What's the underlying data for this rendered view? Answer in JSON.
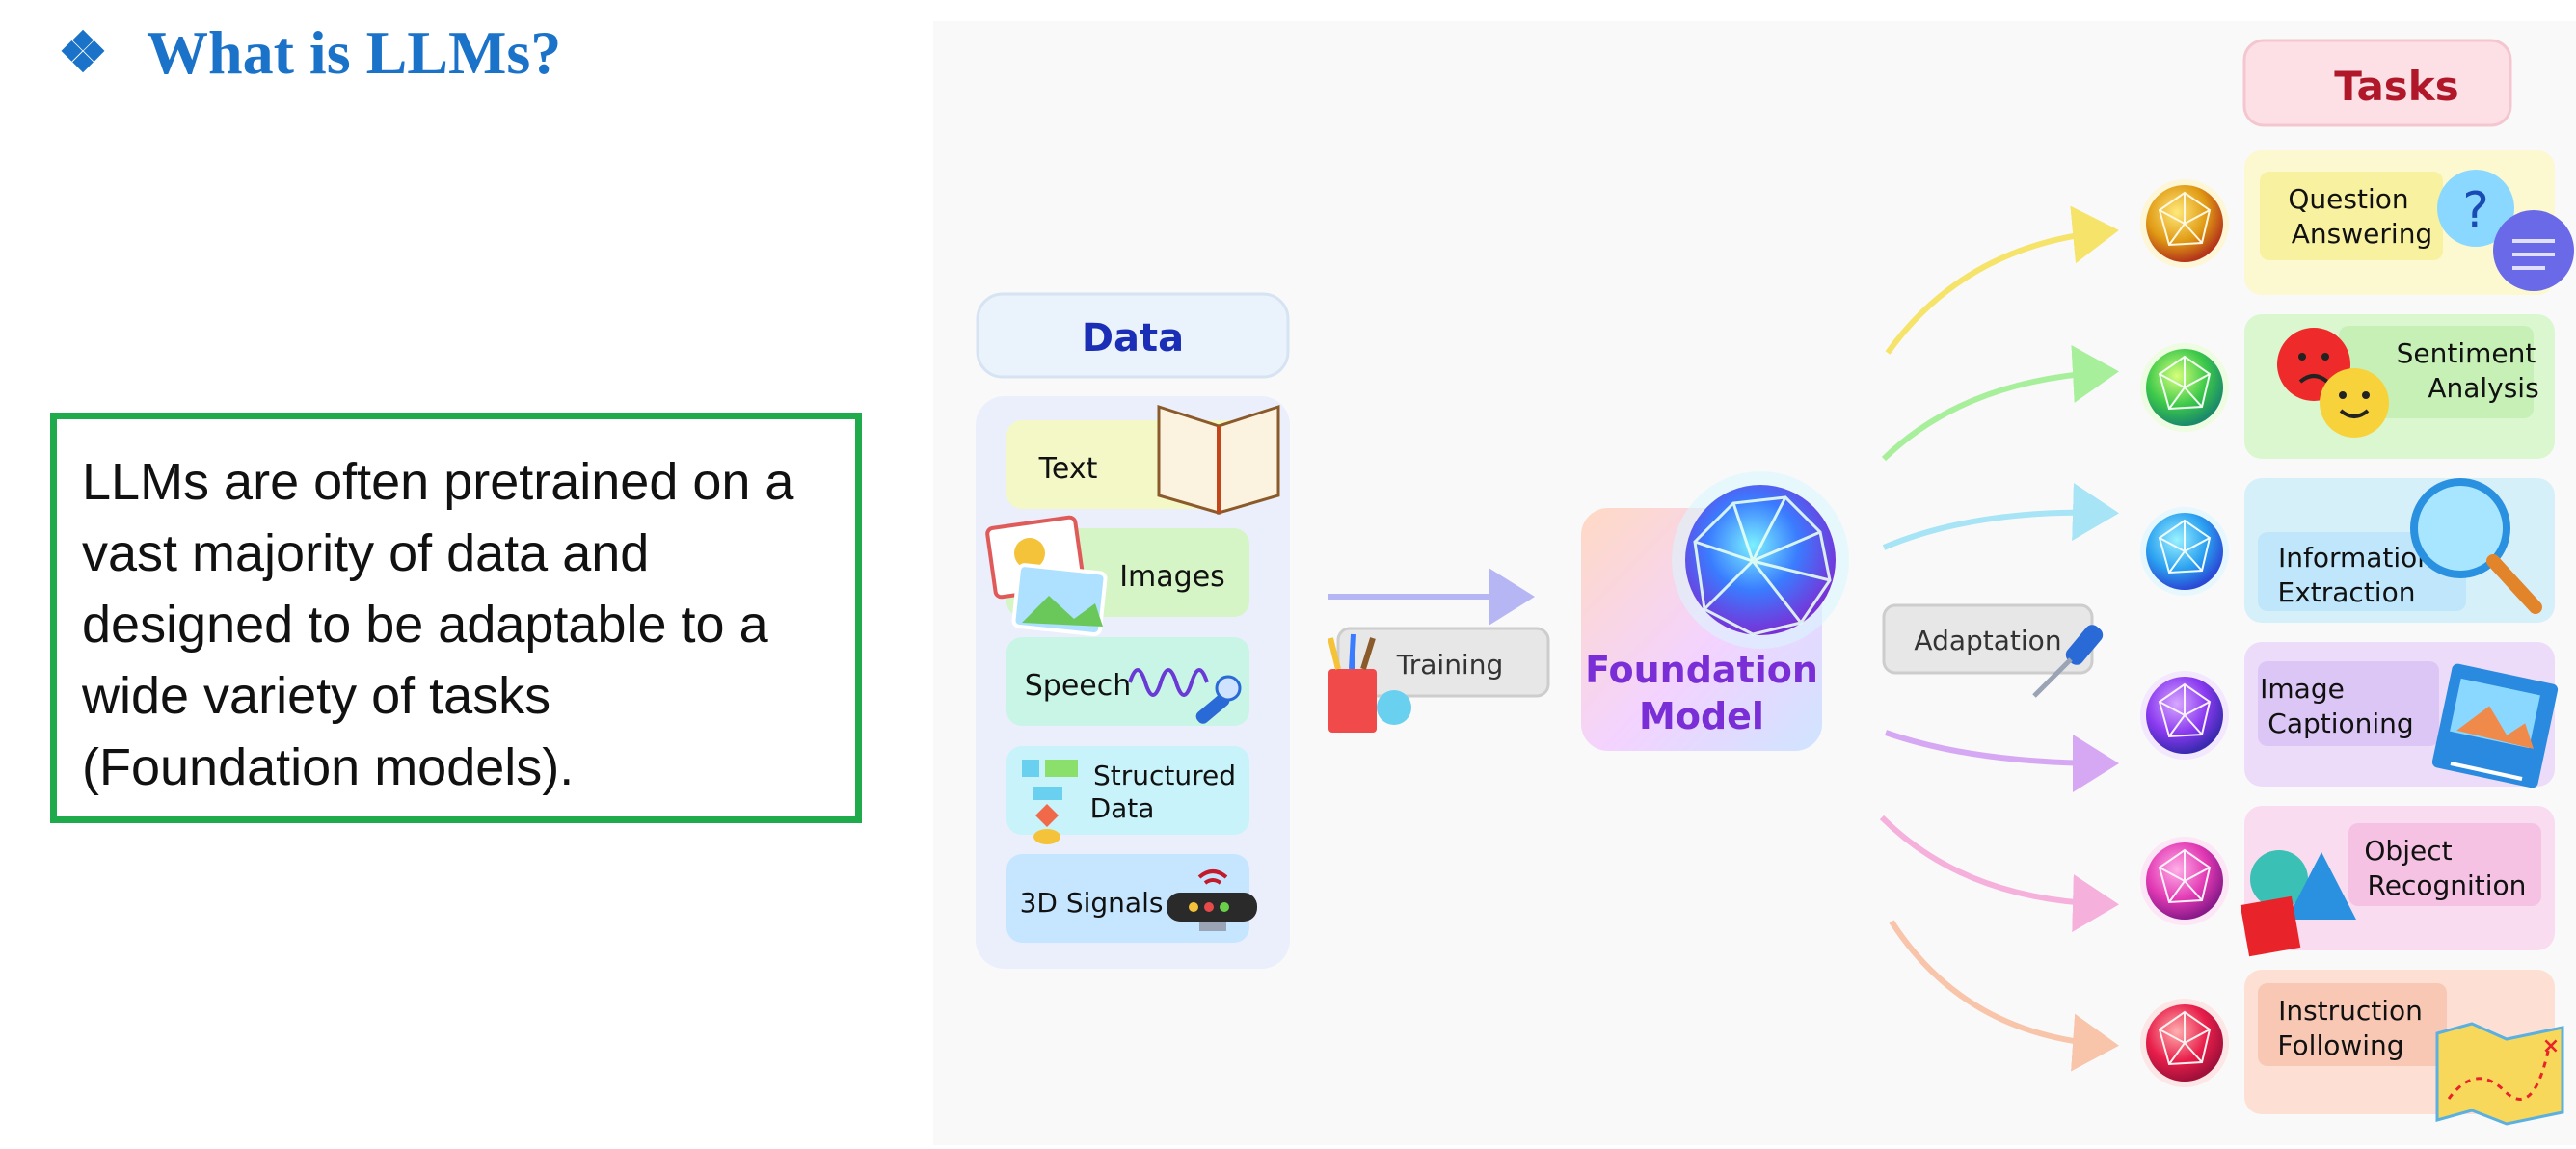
{
  "slide": {
    "title": "What is LLMs?",
    "body": "LLMs are often pretrained on a vast majority of data and designed to be adaptable to a wide variety of tasks (Foundation models)."
  },
  "diagram": {
    "data_header": "Data",
    "data_items": [
      "Text",
      "Images",
      "Speech",
      "Structured Data",
      "3D Signals"
    ],
    "training_label": "Training",
    "model_label": "Foundation Model",
    "adaptation_label": "Adaptation",
    "tasks_header": "Tasks",
    "tasks": [
      "Question Answering",
      "Sentiment Analysis",
      "Information Extraction",
      "Image Captioning",
      "Object Recognition",
      "Instruction Following"
    ]
  },
  "colors": {
    "title": "#1a73c8",
    "border": "#1fab4b",
    "data_header": "#1a2fb5",
    "model_text": "#7a2fd6",
    "tasks_text": "#b0182a"
  }
}
